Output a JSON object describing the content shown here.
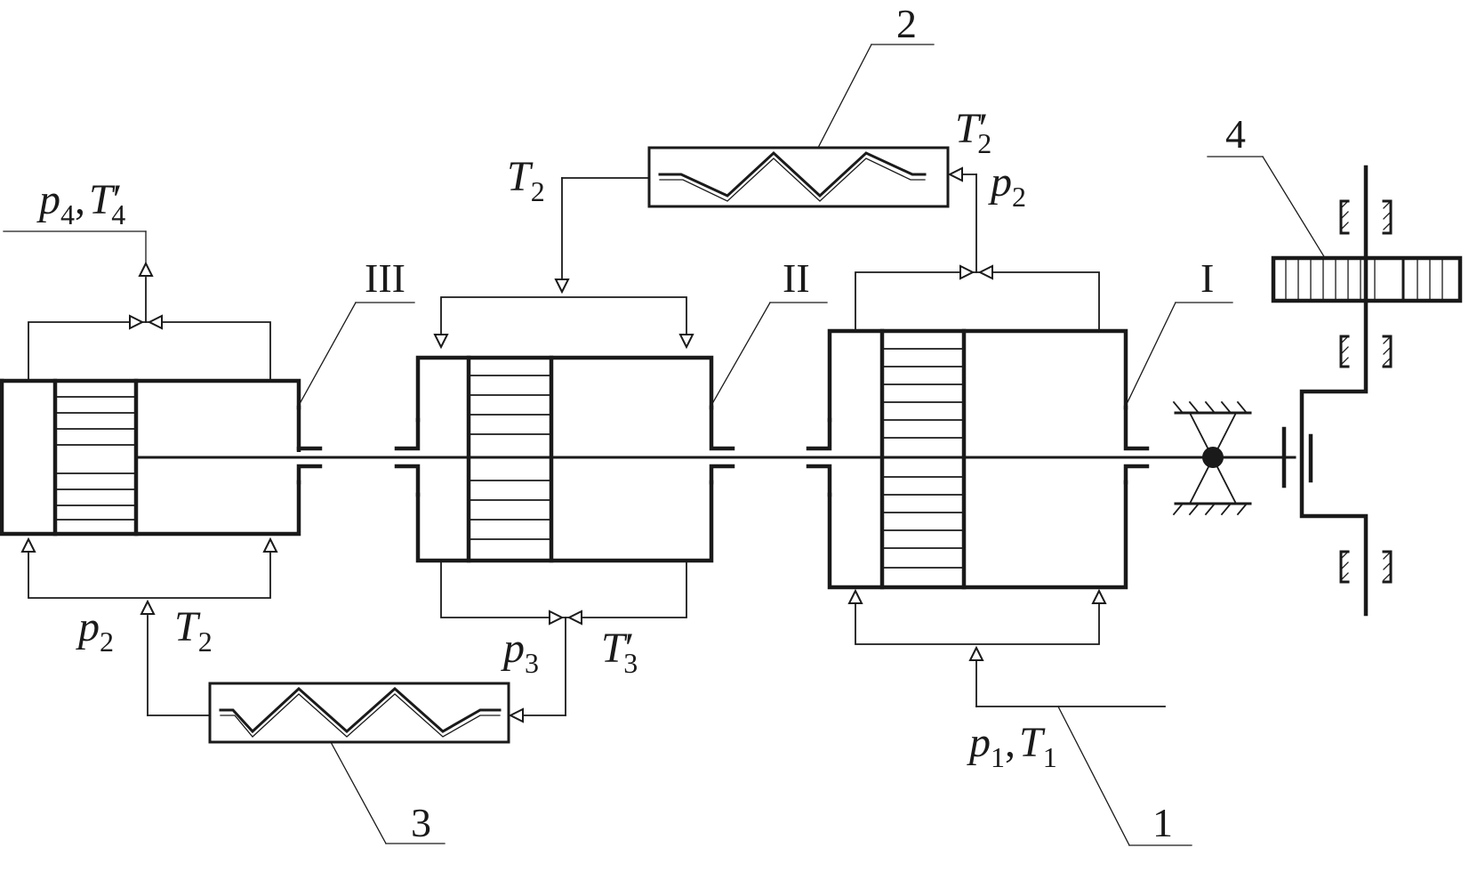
{
  "labels": {
    "callouts": {
      "n1": "1",
      "n2": "2",
      "n3": "3",
      "n4": "4",
      "stage1": "I",
      "stage2": "II",
      "stage3": "III"
    },
    "p4T4prime": {
      "p": "p",
      "p_sub": "4",
      "sep": ",",
      "T": "T",
      "T_sub": "4",
      "prime": "′"
    },
    "T2_top": {
      "T": "T",
      "sub": "2"
    },
    "T2prime_top": {
      "T": "T",
      "sub": "2",
      "prime": "′"
    },
    "p2_top": {
      "p": "p",
      "sub": "2"
    },
    "p2_bottom": {
      "p": "p",
      "sub": "2"
    },
    "T2_bottom": {
      "T": "T",
      "sub": "2"
    },
    "p3": {
      "p": "p",
      "sub": "3"
    },
    "T3prime": {
      "T": "T",
      "sub": "3",
      "prime": "′"
    },
    "p1T1": {
      "p": "p",
      "p_sub": "1",
      "sep": ",",
      "T": "T",
      "T_sub": "1"
    }
  }
}
